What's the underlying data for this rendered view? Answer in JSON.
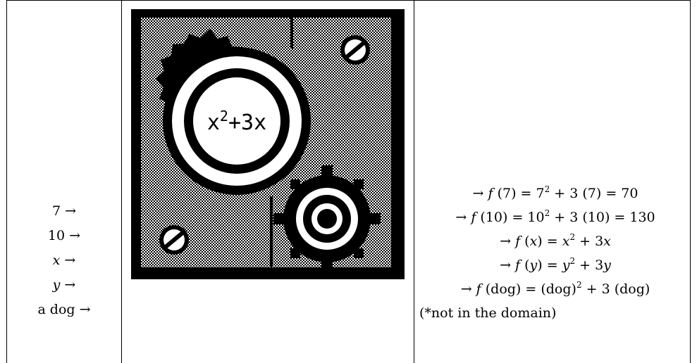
{
  "inputs": [
    {
      "pre": "7",
      "var": "",
      "post": " →"
    },
    {
      "pre": "10",
      "var": "",
      "post": " →"
    },
    {
      "pre": "",
      "var": "x",
      "post": " →"
    },
    {
      "pre": "",
      "var": "y",
      "post": " →"
    },
    {
      "pre": "a dog",
      "var": "",
      "post": " →"
    }
  ],
  "machine": {
    "label_base": "x",
    "label_exp": "2",
    "label_rest": "+3x",
    "icons": [
      "gear-icon",
      "screw-icon"
    ]
  },
  "outputs": {
    "row1": {
      "arrow": "→ ",
      "f": "f",
      "a": " (7) = 7",
      "exp": "2",
      "b": " + 3 (7) = 70"
    },
    "row2": {
      "arrow": "→ ",
      "f": "f",
      "a": " (10) = 10",
      "exp": "2",
      "b": " + 3 (10) = 130"
    },
    "row3": {
      "arrow": "→ ",
      "f": "f",
      "open": " (",
      "v1": "x",
      "close": ") = ",
      "v2": "x",
      "exp": "2",
      "plus": " + 3",
      "v3": "x"
    },
    "row4": {
      "arrow": "→ ",
      "f": "f",
      "open": " (",
      "v1": "y",
      "close": ") = ",
      "v2": "y",
      "exp": "2",
      "plus": " + 3",
      "v3": "y"
    },
    "row5": {
      "arrow": "→ ",
      "f": "f",
      "a": " (dog) = (dog)",
      "exp": "2",
      "b": " + 3 (dog)"
    },
    "note": "(*not in the domain)"
  },
  "colors": {
    "ink": "#000000",
    "paper": "#ffffff",
    "dither": "#9a9a9a"
  }
}
